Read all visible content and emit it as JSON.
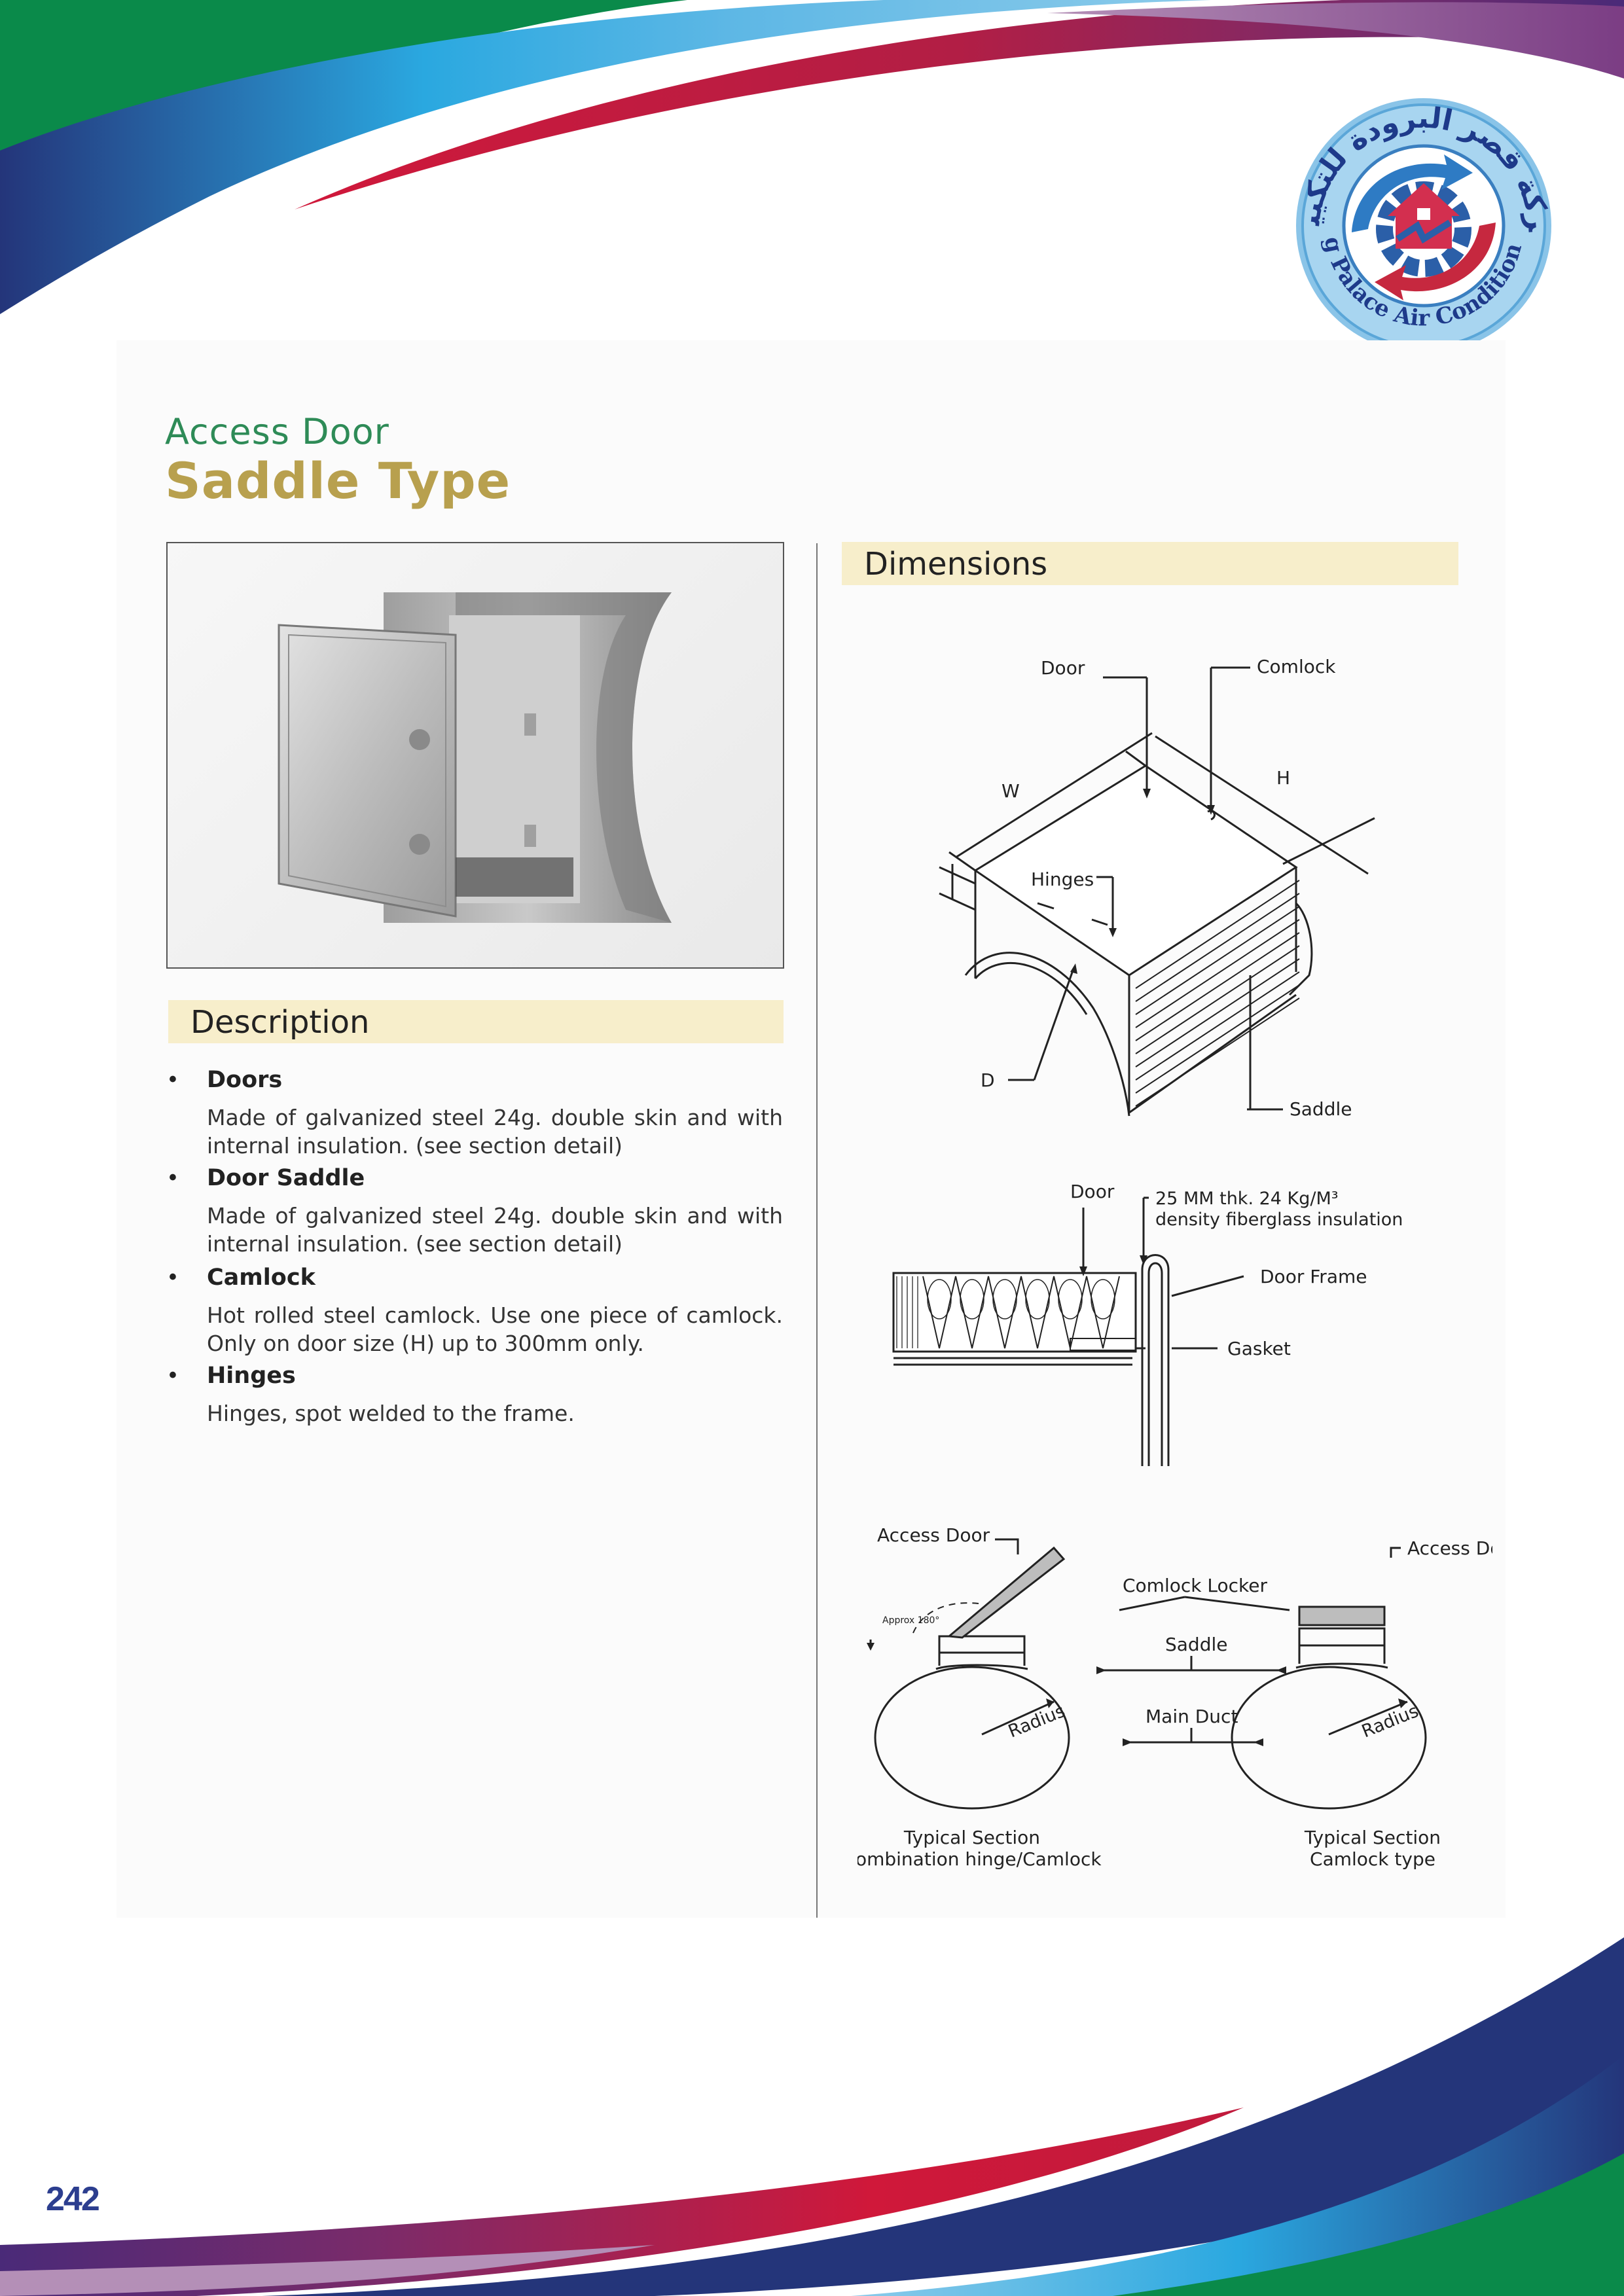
{
  "header": {
    "logo": {
      "arabic_text": "شركة قصر البرودة للتكييف",
      "english_text": "Cooling Palace Air Conditioning Co.",
      "icon": "house-gear-arrows-logo"
    }
  },
  "title": {
    "small": "Access Door",
    "big": "Saddle Type"
  },
  "photo": {
    "icon": "access-door-photo"
  },
  "description": {
    "heading": "Description",
    "items": [
      {
        "title": "Doors",
        "text": "Made  of galvanized steel 24g. double skin and with internal insulation. (see section detail)"
      },
      {
        "title": "Door Saddle",
        "text": "Made  of galvanized steel 24g. double skin and with internal insulation. (see section detail)"
      },
      {
        "title": "Camlock",
        "text": "Hot rolled steel camlock. Use one piece of camlock. Only on door size (H) up to 300mm only."
      },
      {
        "title": "Hinges",
        "text": "Hinges, spot welded to the frame."
      }
    ]
  },
  "dimensions": {
    "heading": "Dimensions",
    "iso_labels": {
      "door": "Door",
      "comlock": "Comlock",
      "w": "W",
      "h": "H",
      "hinges": "Hinges",
      "d": "D",
      "saddle": "Saddle"
    },
    "section_labels": {
      "door": "Door",
      "insulation_line1": "25 MM thk. 24 Kg/M³",
      "insulation_line2": "density fiberglass insulation",
      "door_frame": "Door Frame",
      "gasket": "Gasket"
    },
    "typical_labels": {
      "access_door_left": "Access Door",
      "access_door_right": "Access Door",
      "approx": "Approx 180°",
      "comlock_locker": "Comlock Locker",
      "saddle": "Saddle",
      "main_duct": "Main Duct",
      "radius_left": "Radius",
      "radius_right": "Radius",
      "caption_left_1": "Typical Section",
      "caption_left_2": "Combination hinge/Camlock",
      "caption_right_1": "Typical Section",
      "caption_right_2": "Camlock type"
    }
  },
  "footer": {
    "page_number": "242"
  },
  "colors": {
    "green": "#0a8a4a",
    "blue": "#27a9e1",
    "navy": "#24357a",
    "red": "#d0183a",
    "purple": "#6c2f7a",
    "title_green": "#2e8b57",
    "title_gold": "#b8a04e",
    "bar_fill": "#f7eecb",
    "page_number": "#2c3e8f"
  }
}
